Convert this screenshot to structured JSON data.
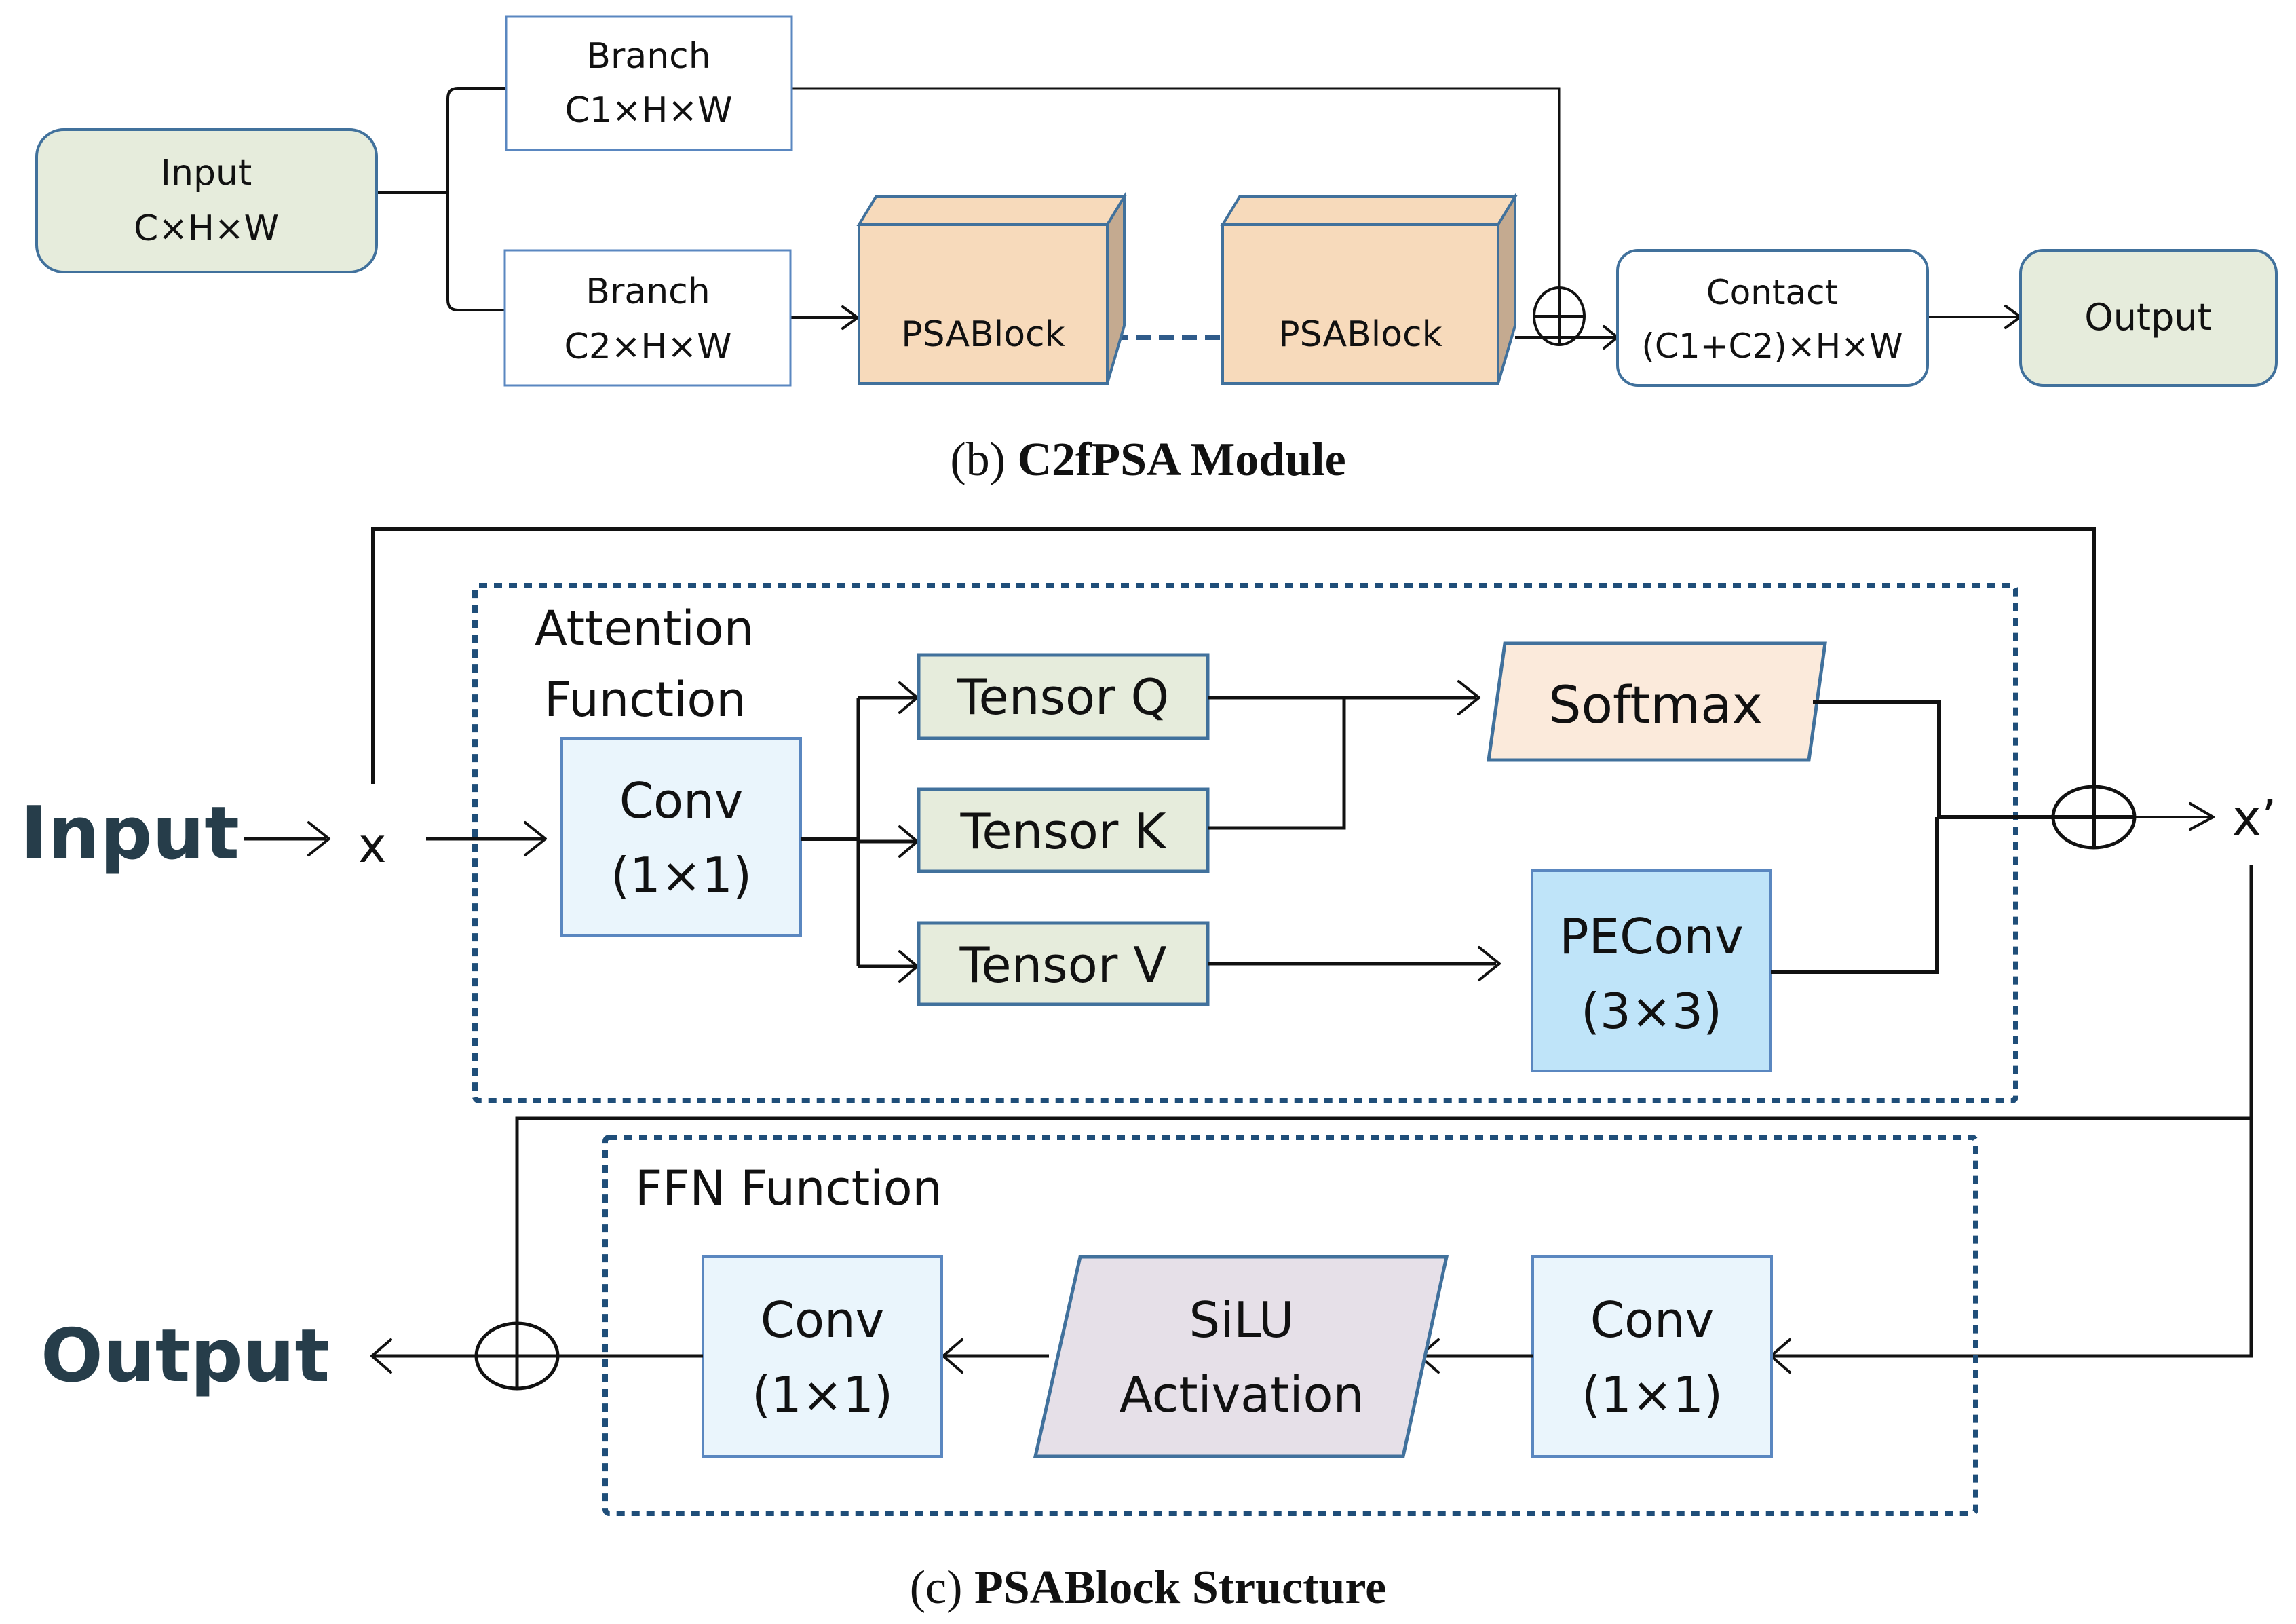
{
  "figure_b": {
    "caption_prefix": "(b)",
    "caption_title": "C2fPSA Module",
    "input": {
      "line1": "Input",
      "line2": "C×H×W"
    },
    "branch1": {
      "line1": "Branch",
      "line2": "C1×H×W"
    },
    "branch2": {
      "line1": "Branch",
      "line2": "C2×H×W"
    },
    "psablock1": "PSABlock",
    "psablock2": "PSABlock",
    "contact": {
      "line1": "Contact",
      "line2": "(C1+C2)×H×W"
    },
    "output": "Output",
    "colors": {
      "input_fill": "#e6ecdc",
      "output_fill": "#e6ecdc",
      "psablock_front": "#f7dabb",
      "psablock_top": "#f7dabb",
      "psablock_side": "#c4aa90",
      "border": "#41719c"
    }
  },
  "figure_c": {
    "caption_prefix": "(c)",
    "caption_title": "PSABlock Structure",
    "input_label": "Input",
    "x_label": "x",
    "x_prime_label": "x’",
    "output_label": "Output",
    "attention": {
      "title_line1": "Attention",
      "title_line2": "Function",
      "conv": {
        "line1": "Conv",
        "line2": "(1×1)"
      },
      "tensor_q": "Tensor Q",
      "tensor_k": "Tensor K",
      "tensor_v": "Tensor V",
      "softmax": "Softmax",
      "peconv": {
        "line1": "PEConv",
        "line2": "(3×3)"
      }
    },
    "ffn": {
      "title": "FFN Function",
      "conv_in": {
        "line1": "Conv",
        "line2": "(1×1)"
      },
      "silu": {
        "line1": "SiLU",
        "line2": "Activation"
      },
      "conv_out": {
        "line1": "Conv",
        "line2": "(1×1)"
      }
    },
    "colors": {
      "conv_fill": "#eaf5fc",
      "tensor_fill": "#e6ecdc",
      "softmax_fill": "#fbeadb",
      "peconv_fill": "#bfe4f9",
      "silu_fill": "#e6e0e8",
      "dotted_border": "#1f4e79",
      "big_label": "#263d4a"
    }
  }
}
